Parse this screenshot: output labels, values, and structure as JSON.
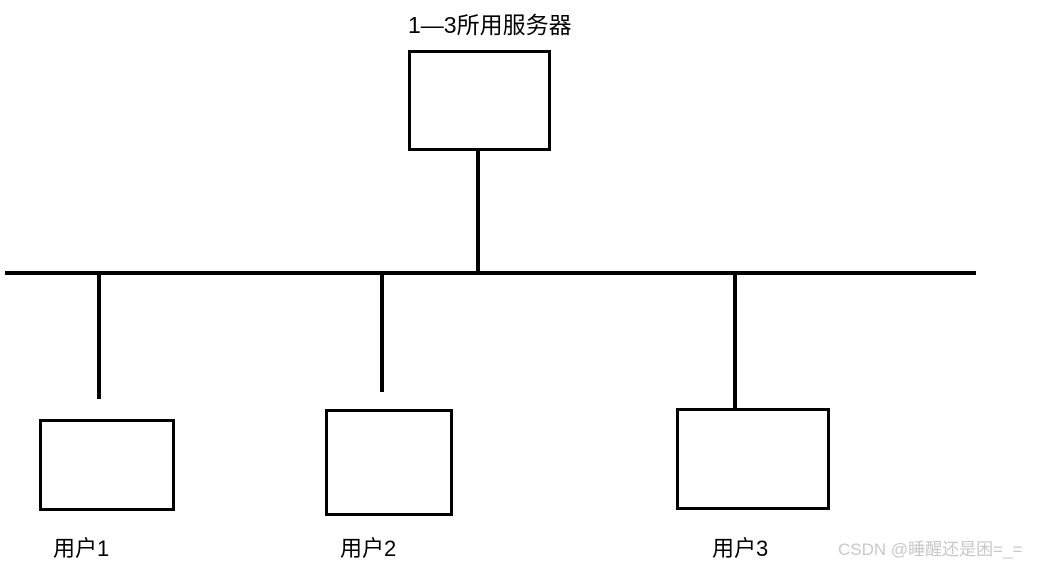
{
  "diagram": {
    "type": "bus-network-topology",
    "title": "1—3所用服务器",
    "server": {
      "label": "1—3所用服务器",
      "box_text": ""
    },
    "bus": {
      "name": "network-bus-line"
    },
    "clients": [
      {
        "label": "用户1",
        "box_text": ""
      },
      {
        "label": "用户2",
        "box_text": ""
      },
      {
        "label": "用户3",
        "box_text": ""
      }
    ],
    "watermark": "CSDN @睡醒还是困=_=",
    "colors": {
      "stroke": "#000000",
      "background": "#ffffff",
      "watermark": "#c8c8c8"
    }
  }
}
